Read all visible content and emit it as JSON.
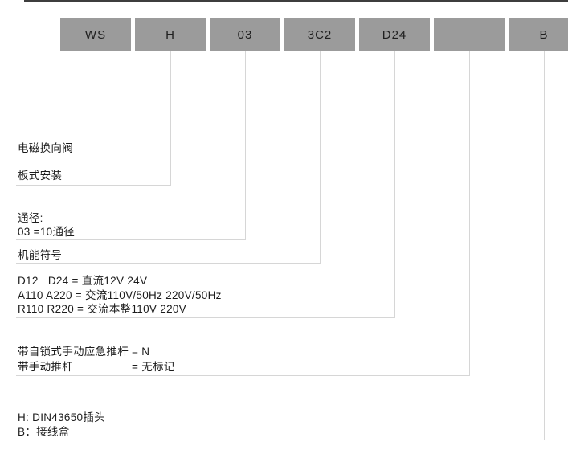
{
  "segments": [
    {
      "code": "WS",
      "description_lines": [
        "电磁换向阀"
      ]
    },
    {
      "code": "H",
      "description_lines": [
        "板式安装"
      ]
    },
    {
      "code": "03",
      "description_lines": [
        "通径:",
        "03 =10通径"
      ]
    },
    {
      "code": "3C2",
      "description_lines": [
        "机能符号"
      ]
    },
    {
      "code": "D24",
      "description_lines": [
        "D12   D24 = 直流12V 24V",
        "A110 A220 = 交流110V/50Hz 220V/50Hz",
        "R110 R220 = 交流本整110V 220V"
      ]
    },
    {
      "code": "",
      "description_lines": [
        "带自锁式手动应急推杆 = N",
        "带手动推杆　　　　　 = 无标记"
      ]
    },
    {
      "code": "B",
      "description_lines": [
        "H: DIN43650插头",
        "B：接线盒"
      ]
    }
  ],
  "colors": {
    "box_fill": "#9b9b9b",
    "box_text": "#1f1f1f",
    "connector_line": "#d6d6d6",
    "legend_text": "#1c1c1c",
    "top_rule": "#3e3e3e"
  }
}
